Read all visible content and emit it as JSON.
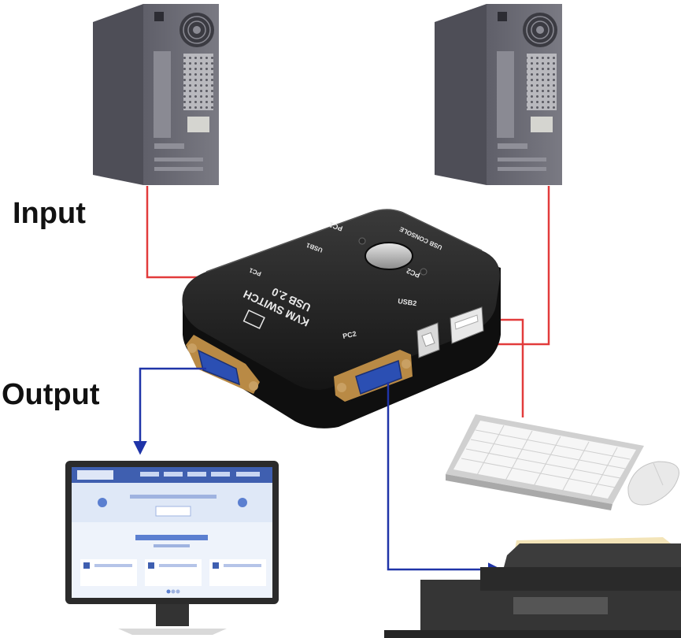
{
  "labels": {
    "input": "Input",
    "output": "Output"
  },
  "device": {
    "title_line1": "KVM SWITCH",
    "title_line2": "USB 2.0",
    "led_pc1": "PC1",
    "led_pc2": "PC2",
    "port_usb1": "USB1",
    "port_usb2": "USB2",
    "port_pc1": "PC1",
    "port_pc2": "PC2",
    "usb_console": "USB CONSOLE"
  },
  "colors": {
    "input_wire": "#e23b3b",
    "output_wire": "#1f34a8",
    "device_body": "#1c1c1c",
    "tower": "#6f6f78"
  },
  "icons": {
    "computer_1": "computer-tower-icon",
    "computer_2": "computer-tower-icon",
    "monitor": "monitor-icon",
    "keyboard": "keyboard-icon",
    "mouse": "mouse-icon",
    "printer": "printer-icon"
  }
}
